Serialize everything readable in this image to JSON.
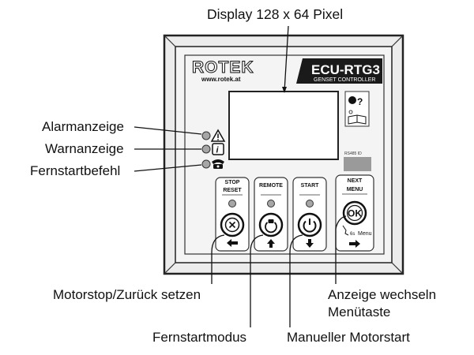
{
  "callouts": {
    "display": "Display 128 x 64 Pixel",
    "alarm": "Alarmanzeige",
    "warning": "Warnanzeige",
    "remote_start_cmd": "Fernstartbefehl",
    "motor_stop": "Motorstop/Zurück setzen",
    "remote_mode": "Fernstartmodus",
    "manual_start": "Manueller Motorstart",
    "display_switch_line1": "Anzeige wechseln",
    "display_switch_line2": "Menütaste"
  },
  "device": {
    "brand": "ROTEK",
    "website": "www.rotek.at",
    "model": "ECU-RTG3",
    "subtitle": "GENSET CONTROLLER",
    "port_label": "RS485 ID",
    "buttons": [
      {
        "line1": "STOP",
        "line2": "RESET",
        "symbol": "stop-symbol",
        "arrow": "arrow-left"
      },
      {
        "line1": "REMOTE",
        "line2": "",
        "symbol": "remote-symbol",
        "arrow": "arrow-up"
      },
      {
        "line1": "START",
        "line2": "",
        "symbol": "power-symbol",
        "arrow": "arrow-down"
      },
      {
        "line1": "NEXT",
        "line2": "MENU",
        "symbol": "OK",
        "arrow": "arrow-right",
        "hint_text": "6s",
        "hint_text2": "Menu"
      }
    ]
  },
  "colors": {
    "bezel": "#ececec",
    "panel": "#f4f4f4",
    "led": "#a6a6a6",
    "badge": "#1a1a1a",
    "port": "#9a9a9a"
  }
}
